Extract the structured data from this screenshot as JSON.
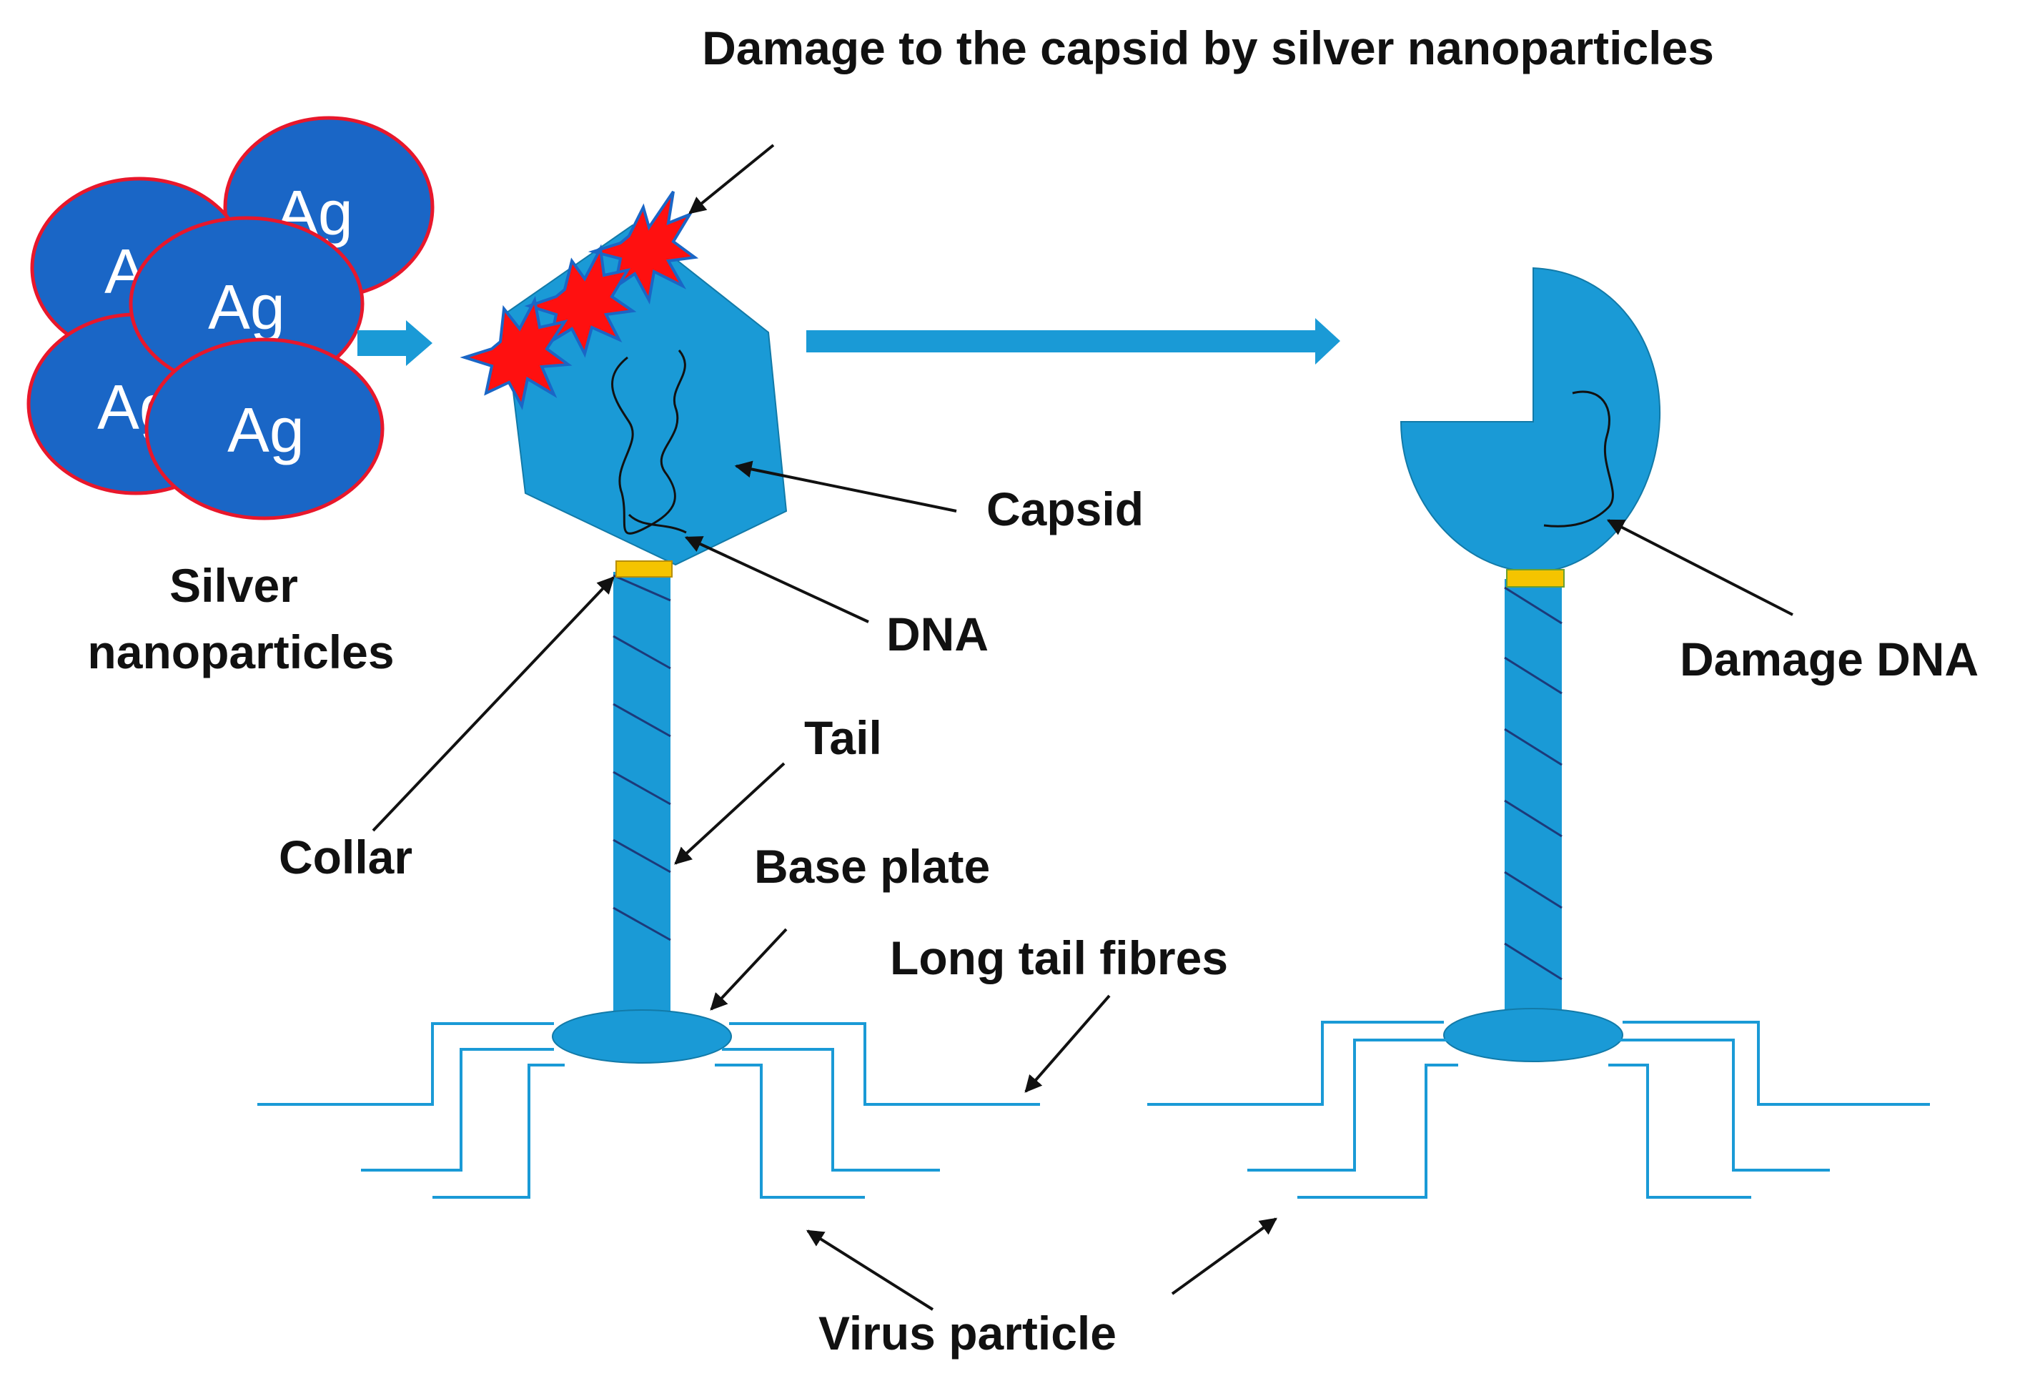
{
  "labels": {
    "title": "Damage to the capsid by silver nanoparticles",
    "silver_line1": "Silver",
    "silver_line2": "nanoparticles",
    "capsid": "Capsid",
    "dna": "DNA",
    "collar": "Collar",
    "tail": "Tail",
    "base_plate": "Base plate",
    "long_tail_fibres": "Long tail fibres",
    "damage_dna": "Damage DNA",
    "virus_particle": "Virus particle"
  },
  "nanoparticle_label": "Ag",
  "colors": {
    "phage_blue": "#1a9ad6",
    "nanoparticle_blue": "#1a66c6",
    "nanoparticle_outline": "#e8172b",
    "collar": "#f5c400",
    "burst": "#ff1010",
    "fibre": "#1a9ad6",
    "text": "#111111"
  }
}
